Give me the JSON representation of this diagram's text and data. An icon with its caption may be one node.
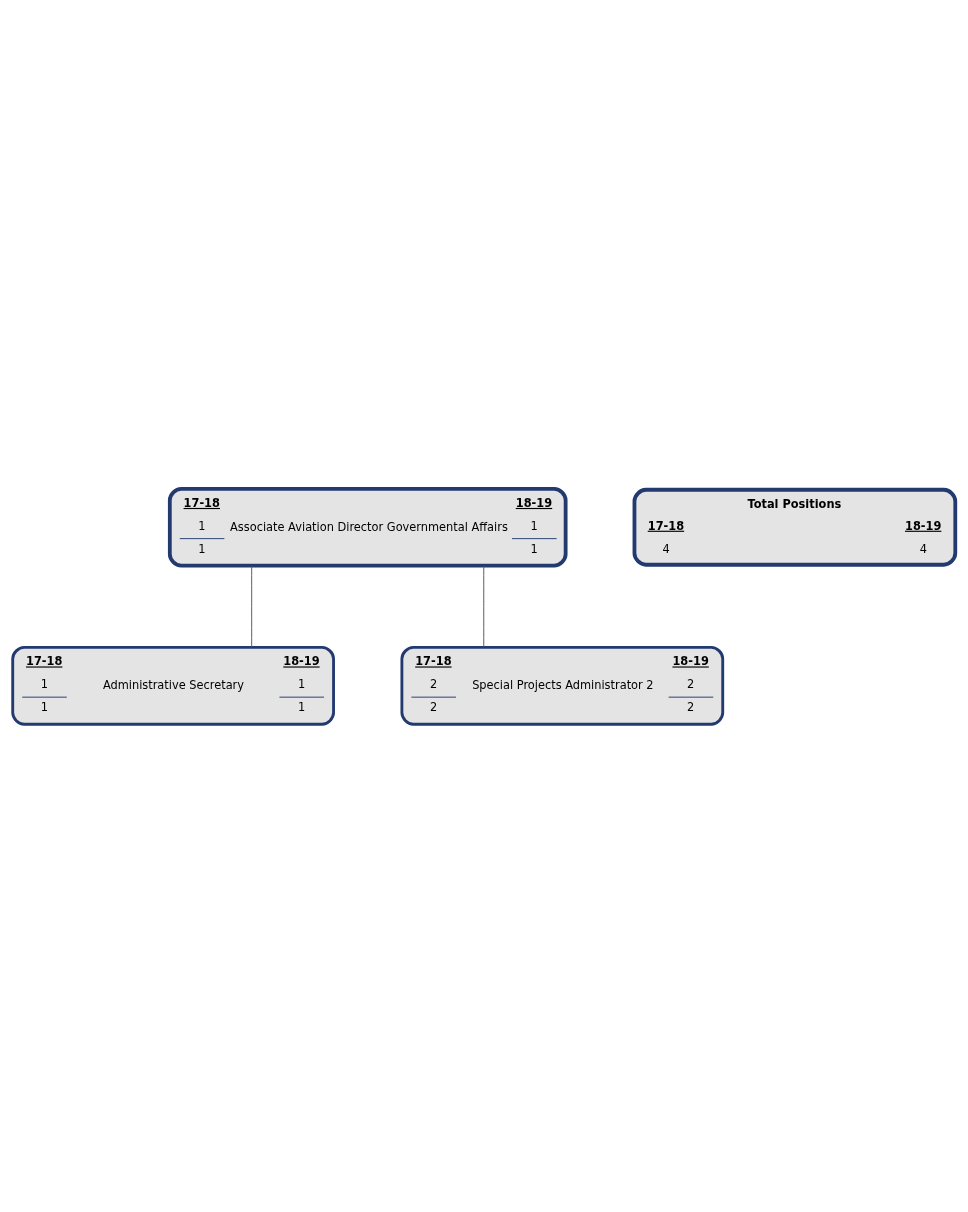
{
  "diagram": {
    "nodes": [
      {
        "text": [
          "17-18",
          "Associate Aviation Director Governmental Affairs",
          "18-19",
          "1",
          "1",
          "1",
          "1"
        ]
      },
      {
        "text": [
          "17-18",
          "18-19",
          "1",
          "Administrative Secretary",
          "1",
          "1",
          "1"
        ]
      },
      {
        "text": [
          "17-18",
          "18-19",
          "2",
          "Special Projects Administrator 2",
          "2",
          "2",
          "2"
        ]
      },
      {
        "text": [
          "Total Positions",
          "17-18",
          "18-19",
          "4",
          "4"
        ]
      }
    ],
    "edges": [
      {
        "from": 0,
        "to": 1,
        "arrow": "none"
      },
      {
        "from": 0,
        "to": 2,
        "arrow": "none"
      }
    ]
  }
}
